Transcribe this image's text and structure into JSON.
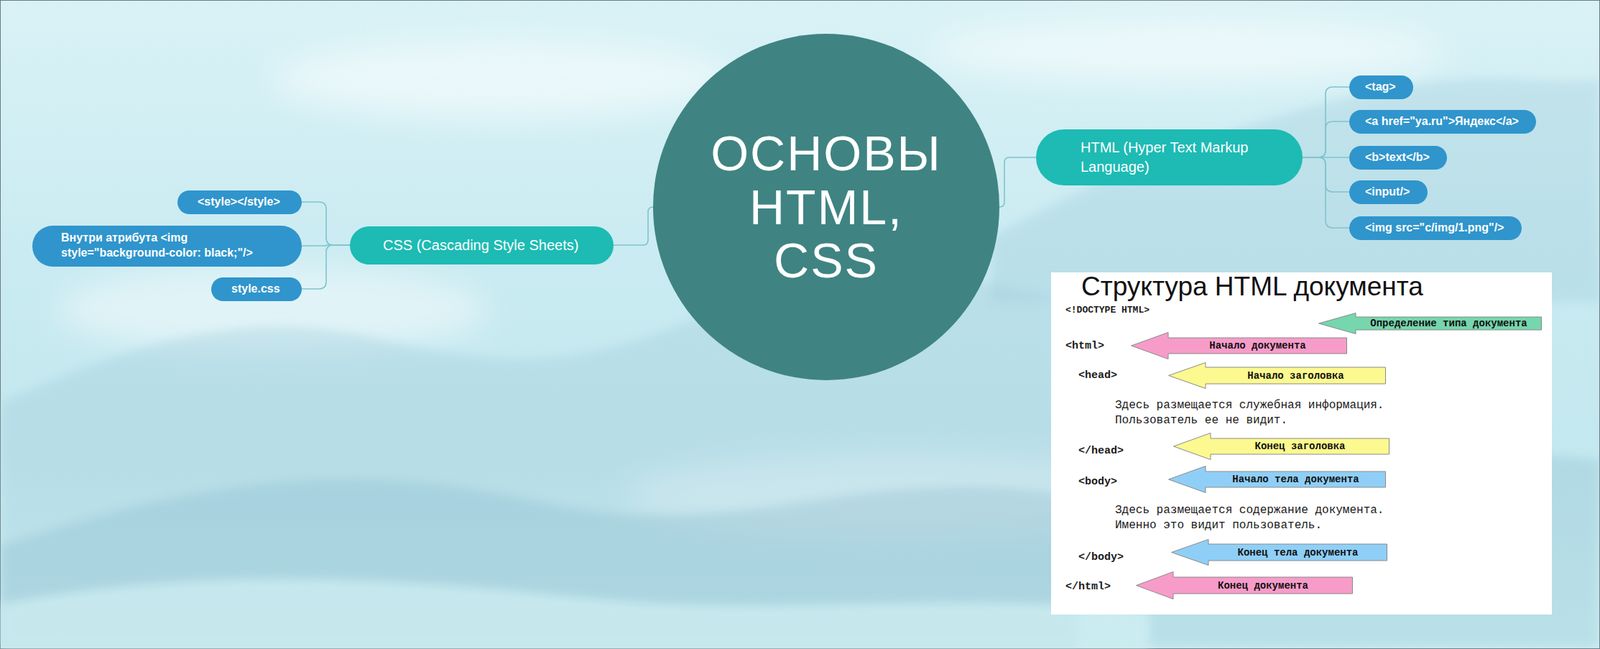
{
  "diagram": {
    "nodes": [
      {
        "text": [
          "ОСНОВЫ HTML, CSS"
        ]
      },
      {
        "text": [
          "CSS (Cascading Style Sheets)"
        ]
      },
      {
        "text": [
          "<style></style>"
        ]
      },
      {
        "text": [
          "Внутри атрибута <img style=\"background-color: black;\"/>"
        ]
      },
      {
        "text": [
          "style.css"
        ]
      },
      {
        "text": [
          "HTML (Hyper Text Markup Language)"
        ]
      },
      {
        "text": [
          "<tag>"
        ]
      },
      {
        "text": [
          "<a href=\"ya.ru\">Яндекс</a>"
        ]
      },
      {
        "text": [
          "<b>text</b>"
        ]
      },
      {
        "text": [
          "<input/>"
        ]
      },
      {
        "text": [
          "<img src=\"c/img/1.png\"/>"
        ]
      },
      {
        "text": [
          "Структура HTML документа"
        ]
      },
      {
        "text": [
          "Определение типа документа"
        ],
        "in": 11
      },
      {
        "text": [
          "Начало документа"
        ],
        "in": 11
      },
      {
        "text": [
          "Начало заголовка"
        ],
        "in": 11
      },
      {
        "text": [
          "Конец заголовка"
        ],
        "in": 11
      },
      {
        "text": [
          "Начало тела документа"
        ],
        "in": 11
      },
      {
        "text": [
          "Конец тела документа"
        ],
        "in": 11
      },
      {
        "text": [
          "Конец документа"
        ],
        "in": 11
      }
    ],
    "edges": [
      {
        "from": 0,
        "to": 1,
        "arrow": "none"
      },
      {
        "from": 1,
        "to": 2,
        "arrow": "none"
      },
      {
        "from": 1,
        "to": 3,
        "arrow": "none"
      },
      {
        "from": 1,
        "to": 4,
        "arrow": "none"
      },
      {
        "from": 0,
        "to": 5,
        "arrow": "none"
      },
      {
        "from": 5,
        "to": 6,
        "arrow": "none"
      },
      {
        "from": 5,
        "to": 7,
        "arrow": "none"
      },
      {
        "from": 5,
        "to": 8,
        "arrow": "none"
      },
      {
        "from": 5,
        "to": 9,
        "arrow": "none"
      },
      {
        "from": 5,
        "to": 10,
        "arrow": "none"
      }
    ],
    "labels": [
      "<!DOCTYPE HTML>",
      "<html>",
      "<head>",
      "Здесь размещается служебная информация.",
      "Пользователь ее не видит.",
      "</head>",
      "<body>",
      "Здесь размещается содержание документа.",
      "Именно это видит пользователь.",
      "</body>",
      "</html>"
    ]
  }
}
